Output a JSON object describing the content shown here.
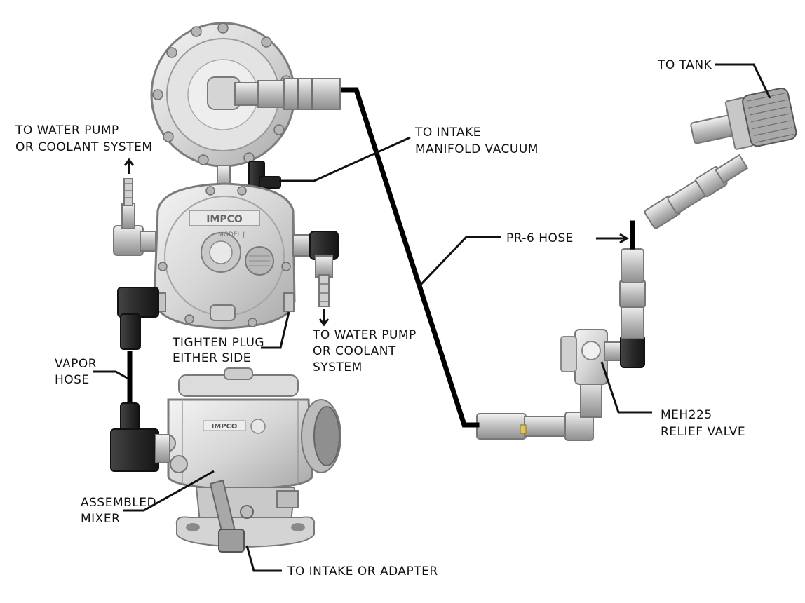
{
  "labels": {
    "to_tank": "TO TANK",
    "to_water_pump_upper_1": "TO WATER PUMP",
    "to_water_pump_upper_2": "OR COOLANT SYSTEM",
    "to_intake_manifold_1": "TO INTAKE",
    "to_intake_manifold_2": "MANIFOLD VACUUM",
    "pr6_hose": "PR-6 HOSE",
    "tighten_plug_1": "TIGHTEN PLUG",
    "tighten_plug_2": "EITHER SIDE",
    "to_water_pump_lower_1": "TO WATER PUMP",
    "to_water_pump_lower_2": "OR COOLANT",
    "to_water_pump_lower_3": "SYSTEM",
    "vapor_hose_1": "VAPOR",
    "vapor_hose_2": "HOSE",
    "relief_valve_1": "MEH225",
    "relief_valve_2": "RELIEF VALVE",
    "assembled_mixer_1": "ASSEMBLED",
    "assembled_mixer_2": "MIXER",
    "to_intake_adapter": "TO INTAKE OR ADAPTER"
  },
  "plates": {
    "regulator_brand": "IMPCO",
    "regulator_model": "MODEL J",
    "mixer_brand": "IMPCO"
  },
  "colors": {
    "metal": "#d9d9d9",
    "metal_shadow": "#9a9a9a",
    "hose": "#000000",
    "elbow": "#2a2a2a"
  }
}
